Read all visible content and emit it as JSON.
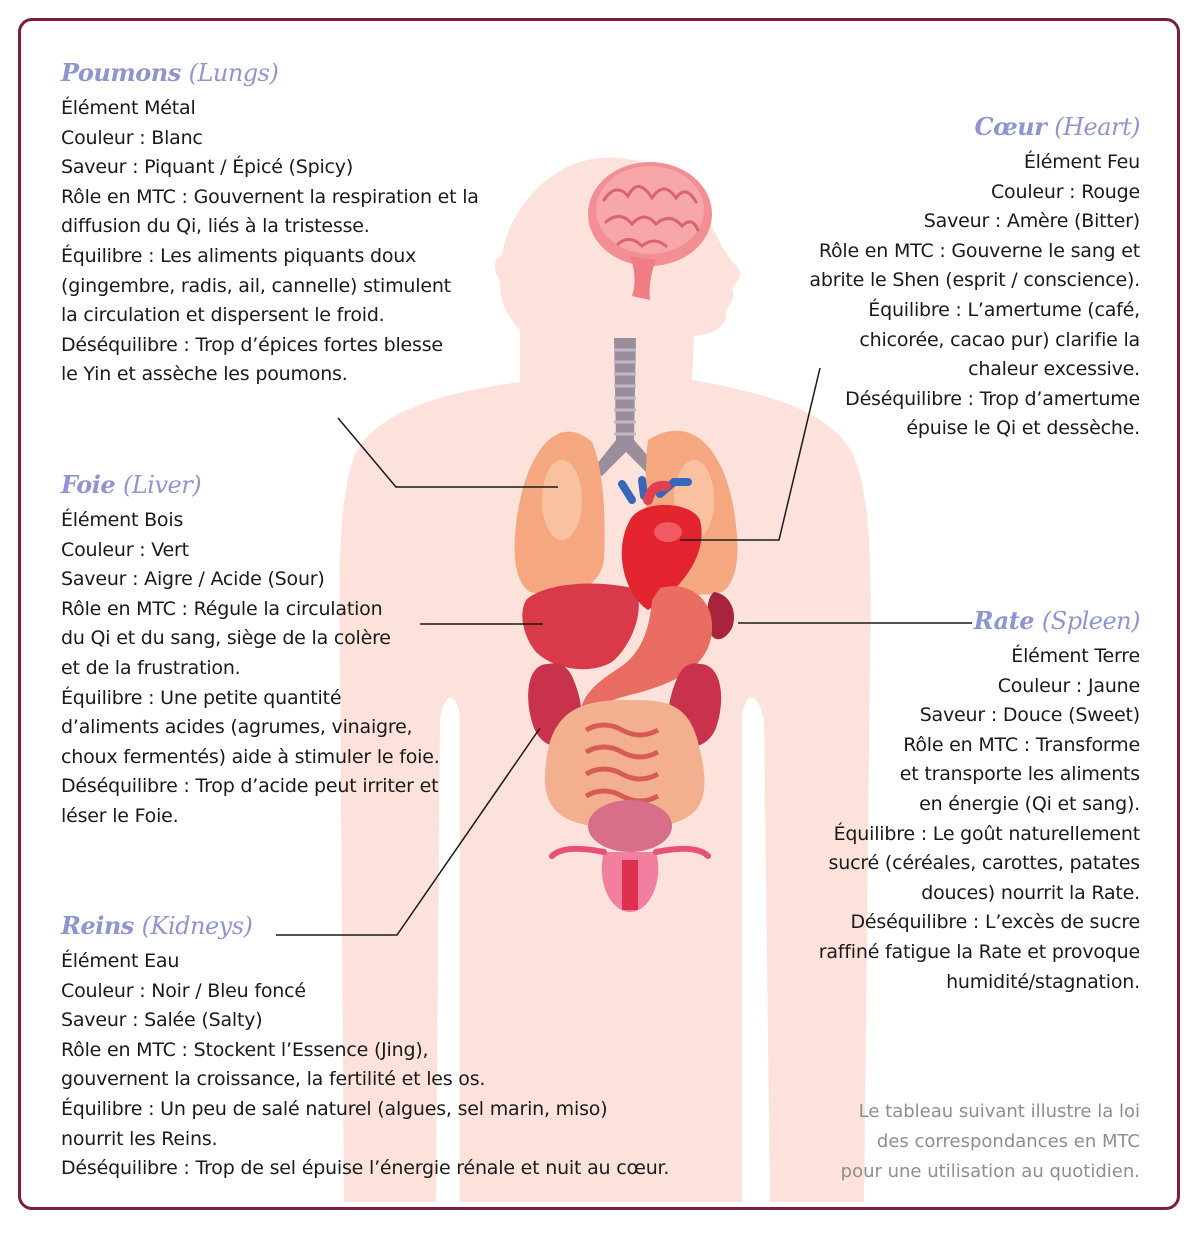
{
  "organs": {
    "lungs": {
      "name": "Poumons",
      "translation": "(Lungs)",
      "lines": [
        "Élément Métal",
        "Couleur : Blanc",
        "Saveur : Piquant / Épicé (Spicy)",
        "Rôle en MTC : Gouvernent la respiration et la",
        "diffusion du Qi, liés à la tristesse.",
        "Équilibre : Les aliments piquants doux",
        "(gingembre, radis, ail, cannelle) stimulent",
        "la circulation et dispersent le froid.",
        "Déséquilibre : Trop d’épices fortes blesse",
        "le Yin et assèche les poumons."
      ]
    },
    "liver": {
      "name": "Foie",
      "translation": "(Liver)",
      "lines": [
        "Élément Bois",
        "Couleur : Vert",
        "Saveur : Aigre / Acide (Sour)",
        "Rôle en MTC : Régule la circulation",
        "du Qi et du sang, siège de la colère",
        "et de la frustration.",
        "Équilibre : Une petite quantité",
        "d’aliments acides (agrumes, vinaigre,",
        "choux fermentés) aide à stimuler le foie.",
        "Déséquilibre : Trop d’acide peut irriter et",
        "léser le Foie."
      ]
    },
    "kidneys": {
      "name": "Reins",
      "translation": "(Kidneys)",
      "lines": [
        "Élément Eau",
        "Couleur : Noir / Bleu foncé",
        "Saveur : Salée (Salty)",
        "Rôle en MTC : Stockent l’Essence (Jing),",
        "gouvernent la croissance, la fertilité et les os.",
        "Équilibre : Un peu de salé naturel (algues, sel marin, miso)",
        "nourrit les Reins.",
        "Déséquilibre : Trop de sel épuise l’énergie rénale et nuit au cœur."
      ]
    },
    "heart": {
      "name": "Cœur",
      "translation": "(Heart)",
      "lines": [
        "Élément Feu",
        "Couleur : Rouge",
        "Saveur : Amère (Bitter)",
        "Rôle en MTC : Gouverne le sang et",
        "abrite le Shen (esprit / conscience).",
        "Équilibre : L’amertume (café,",
        "chicorée, cacao pur) clarifie la",
        "chaleur excessive.",
        "Déséquilibre : Trop d’amertume",
        "épuise le Qi et dessèche."
      ]
    },
    "spleen": {
      "name": "Rate",
      "translation": "(Spleen)",
      "lines": [
        "Élément Terre",
        "Couleur : Jaune",
        "Saveur : Douce (Sweet)",
        "Rôle en MTC : Transforme",
        "et transporte les aliments",
        "en énergie (Qi et sang).",
        "Équilibre : Le goût naturellement",
        "sucré (céréales, carottes, patates",
        "douces) nourrit la Rate.",
        "Déséquilibre : L’excès de sucre",
        "raffiné fatigue la Rate et provoque",
        "humidité/stagnation."
      ]
    }
  },
  "footnote": [
    "Le tableau suivant  illustre la loi",
    "des correspondances en MTC",
    "pour une utilisation au quotidien."
  ],
  "colors": {
    "frame": "#7d1f3c",
    "title": "#8f96cf",
    "body_silhouette": "#fde1db",
    "footnote": "#8e8e8e"
  }
}
